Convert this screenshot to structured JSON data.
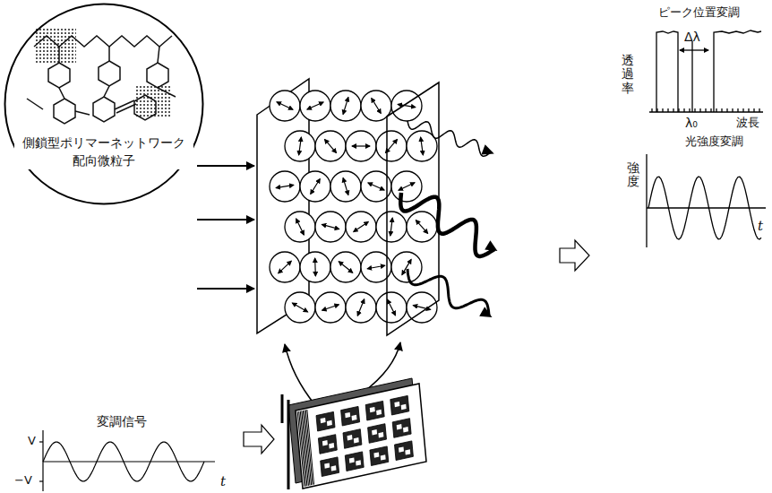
{
  "diagram": {
    "nodes": [
      {
        "text": [
          "側鎖型ポリマーネットワーク 配向微粒子"
        ]
      }
    ],
    "labels": [
      "ピーク位置変調",
      "Δλ",
      "透過率",
      "λ₀",
      "波長",
      "光強度変調",
      "強度",
      "t",
      "変調信号",
      "V",
      "−V",
      "t"
    ]
  }
}
